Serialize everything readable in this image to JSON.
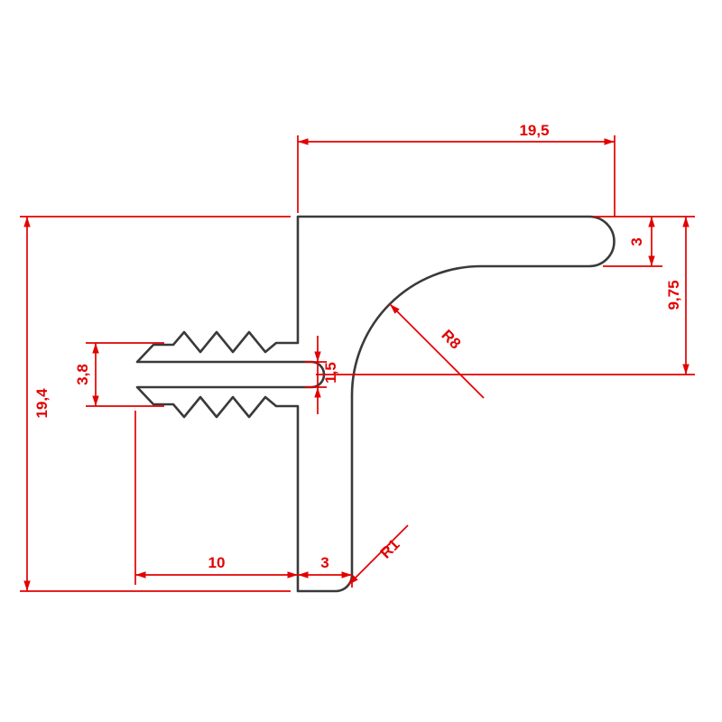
{
  "drawing": {
    "type": "profile-cross-section-technical-drawing",
    "colors": {
      "background": "#ffffff",
      "profile_outline": "#3a3a3a",
      "dimension": "#e30000"
    },
    "dims": {
      "width_top": "19,5",
      "thickness_flange": "3",
      "height_to_slot": "9,75",
      "height_total": "19,4",
      "spigot_height": "3,8",
      "slot_height": "1,5",
      "spigot_length": "10",
      "thickness_web": "3",
      "radius_large": "R8",
      "radius_small": "R1"
    }
  }
}
